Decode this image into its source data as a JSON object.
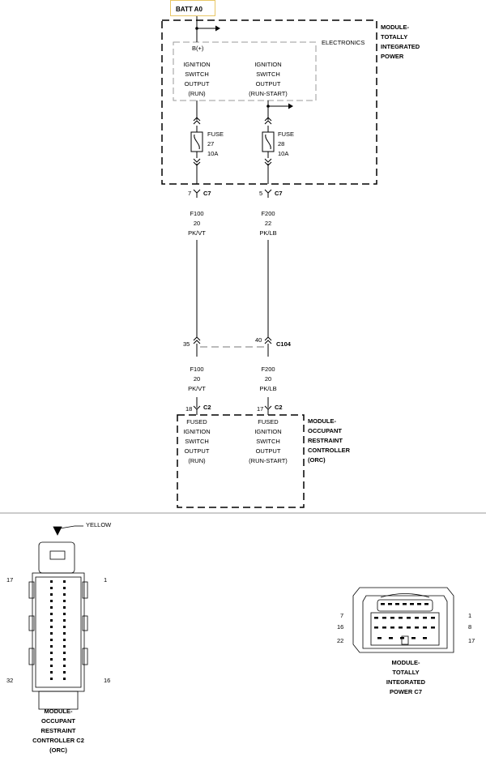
{
  "batt_label": "BATT A0",
  "tipm": {
    "title": [
      "MODULE-",
      "TOTALLY",
      "INTEGRATED",
      "POWER"
    ],
    "electronics": "ELECTRONICS",
    "bplus": "B(+)",
    "out_run": [
      "IGNITION",
      "SWITCH",
      "OUTPUT",
      "(RUN)"
    ],
    "out_runstart": [
      "IGNITION",
      "SWITCH",
      "OUTPUT",
      "(RUN-START)"
    ],
    "fuse_left": [
      "FUSE",
      "27",
      "10A"
    ],
    "fuse_right": [
      "FUSE",
      "28",
      "10A"
    ]
  },
  "c7_left": {
    "pin": "7",
    "conn": "C7"
  },
  "c7_right": {
    "pin": "5",
    "conn": "C7"
  },
  "wire_left_top": [
    "F100",
    "20",
    "PK/VT"
  ],
  "wire_right_top": [
    "F200",
    "22",
    "PK/LB"
  ],
  "c104": {
    "pin_left": "35",
    "pin_right": "40",
    "conn": "C104"
  },
  "wire_left_bottom": [
    "F100",
    "20",
    "PK/VT"
  ],
  "wire_right_bottom": [
    "F200",
    "20",
    "PK/LB"
  ],
  "c2_left": {
    "pin": "18",
    "conn": "C2"
  },
  "c2_right": {
    "pin": "17",
    "conn": "C2"
  },
  "orc": {
    "title": [
      "MODULE-",
      "OCCUPANT",
      "RESTRAINT",
      "CONTROLLER",
      "(ORC)"
    ],
    "in_run": [
      "FUSED",
      "IGNITION",
      "SWITCH",
      "OUTPUT",
      "(RUN)"
    ],
    "in_runstart": [
      "FUSED",
      "IGNITION",
      "SWITCH",
      "OUTPUT",
      "(RUN-START)"
    ]
  },
  "connector_c2": {
    "color": "YELLOW",
    "pins": {
      "top_left": "17",
      "top_right": "1",
      "bottom_left": "32",
      "bottom_right": "16"
    },
    "caption": [
      "MODULE-",
      "OCCUPANT",
      "RESTRAINT",
      "CONTROLLER C2",
      "(ORC)"
    ]
  },
  "connector_c7": {
    "pins": {
      "r1_left": "7",
      "r1_right": "1",
      "r2_left": "16",
      "r2_right": "8",
      "r3_left": "22",
      "r3_right": "17"
    },
    "caption": [
      "MODULE-",
      "TOTALLY",
      "INTEGRATED",
      "POWER C7"
    ]
  }
}
